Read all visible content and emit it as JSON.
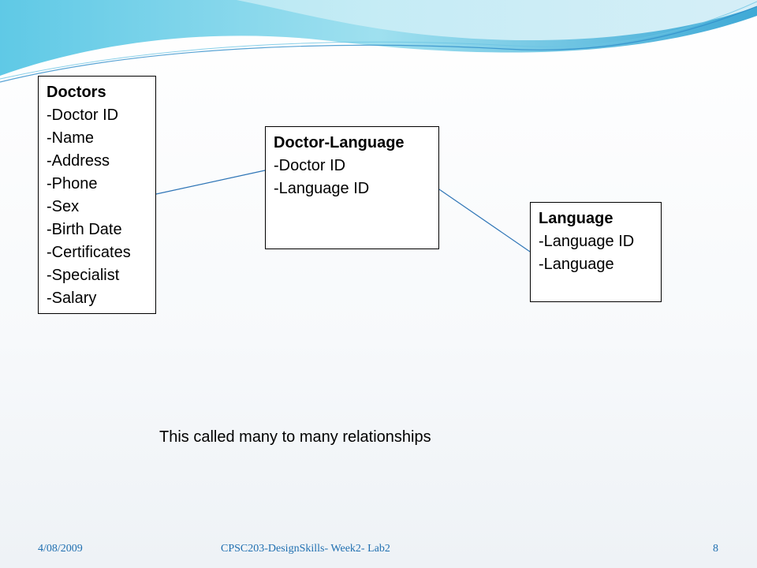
{
  "diagram": {
    "entities": [
      {
        "id": "doctors",
        "title": "Doctors",
        "attributes": [
          "-Doctor ID",
          "-Name",
          "-Address",
          "-Phone",
          "-Sex",
          "-Birth Date",
          "-Certificates",
          "-Specialist",
          "-Salary"
        ]
      },
      {
        "id": "doctor-language",
        "title": "Doctor-Language",
        "attributes": [
          "-Doctor ID",
          "-Language ID"
        ]
      },
      {
        "id": "language",
        "title": "Language",
        "attributes": [
          "-Language ID",
          "-Language"
        ]
      }
    ],
    "relationships": [
      {
        "from": "Doctors",
        "to": "Doctor-Language"
      },
      {
        "from": "Doctor-Language",
        "to": "Language"
      }
    ],
    "caption": "This called many to many relationships",
    "colors": {
      "line": "#2e75b6",
      "wave_light": "#7fd6ea",
      "wave_dark": "#3fa9d6"
    }
  },
  "footer": {
    "date": "4/08/2009",
    "title": "CPSC203-DesignSkills- Week2- Lab2",
    "page": "8"
  }
}
